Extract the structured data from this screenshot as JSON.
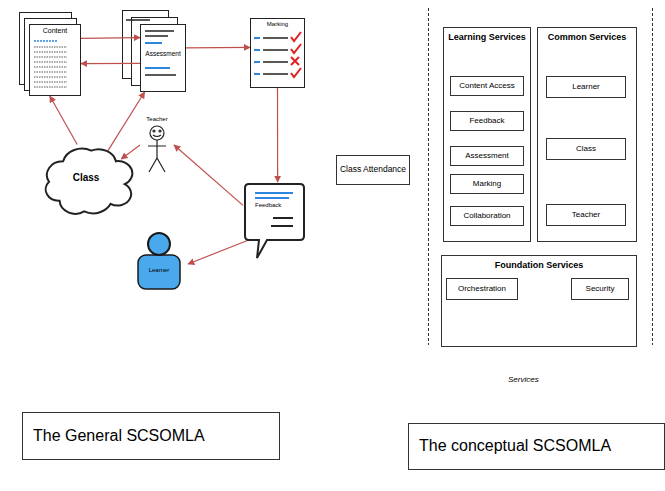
{
  "diagram": {
    "nodes": [
      {
        "text": [
          "Content"
        ]
      },
      {
        "text": [
          "Assessment"
        ]
      },
      {
        "text": [
          "Marking"
        ]
      },
      {
        "text": [
          "Teacher"
        ]
      },
      {
        "text": [
          "Class"
        ]
      },
      {
        "text": [
          "Feedback"
        ]
      },
      {
        "text": [
          "Learner"
        ]
      },
      {
        "text": [
          "Class Attendance"
        ]
      },
      {
        "text": [
          "Learning Services"
        ]
      },
      {
        "text": [
          "Content Access"
        ],
        "in": 8
      },
      {
        "text": [
          "Feedback"
        ],
        "in": 8
      },
      {
        "text": [
          "Assessment"
        ],
        "in": 8
      },
      {
        "text": [
          "Marking"
        ],
        "in": 8
      },
      {
        "text": [
          "Collaboration"
        ],
        "in": 8
      },
      {
        "text": [
          "Common Services"
        ]
      },
      {
        "text": [
          "Learner"
        ],
        "in": 14
      },
      {
        "text": [
          "Class"
        ],
        "in": 14
      },
      {
        "text": [
          "Teacher"
        ],
        "in": 14
      },
      {
        "text": [
          "Foundation Services"
        ]
      },
      {
        "text": [
          "Orchestration"
        ],
        "in": 18
      },
      {
        "text": [
          "Security"
        ],
        "in": 18
      },
      {
        "text": [
          "The General SCSOMLA"
        ]
      },
      {
        "text": [
          "The conceptual SCSOMLA"
        ]
      }
    ],
    "edges": [
      {
        "from": 0,
        "to": 1,
        "arrow": "to"
      },
      {
        "from": 1,
        "to": 0,
        "arrow": "to"
      },
      {
        "from": 1,
        "to": 2,
        "arrow": "to"
      },
      {
        "from": 2,
        "to": 5,
        "arrow": "to"
      },
      {
        "from": 5,
        "to": 3,
        "arrow": "to"
      },
      {
        "from": 5,
        "to": 6,
        "arrow": "to"
      },
      {
        "from": 3,
        "to": 4,
        "arrow": "to"
      },
      {
        "from": 4,
        "to": 0,
        "arrow": "to"
      },
      {
        "from": 4,
        "to": 1,
        "arrow": "to"
      }
    ],
    "labels": [
      "Services"
    ]
  }
}
